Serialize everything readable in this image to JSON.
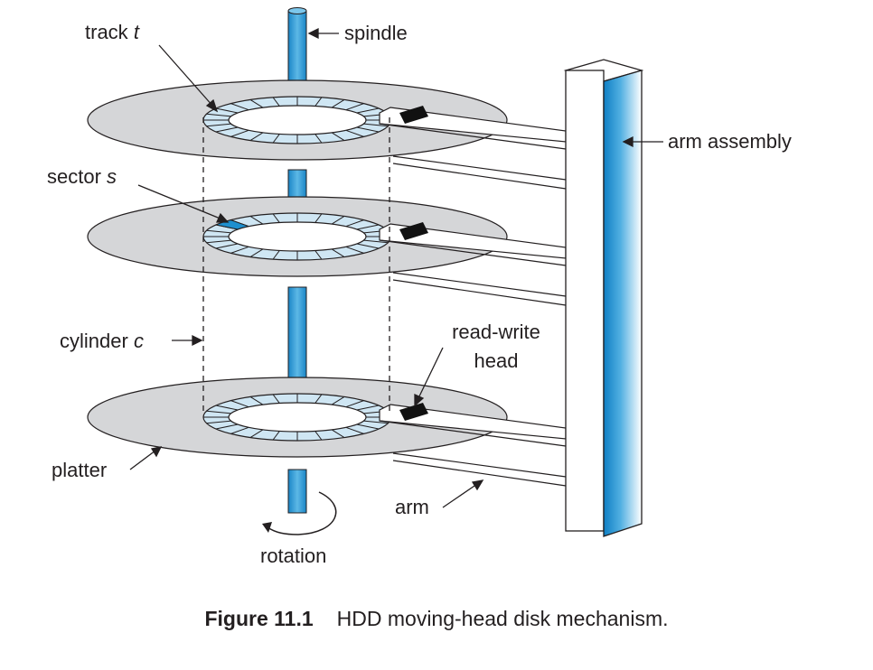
{
  "labels": {
    "track": "track",
    "track_var": "t",
    "spindle": "spindle",
    "arm_assembly": "arm assembly",
    "sector": "sector",
    "sector_var": "s",
    "cylinder": "cylinder",
    "cylinder_var": "c",
    "read_write_head_line1": "read-write",
    "read_write_head_line2": "head",
    "platter": "platter",
    "arm": "arm",
    "rotation": "rotation"
  },
  "caption": {
    "number": "Figure 11.1",
    "text": "HDD moving-head disk mechanism."
  },
  "colors": {
    "platter": "#d5d6d8",
    "track_ring": "#cfe6f3",
    "highlight_sector": "#1d8fce",
    "spindle": "#2a9bd6",
    "head": "#111111",
    "outline": "#231f20"
  }
}
